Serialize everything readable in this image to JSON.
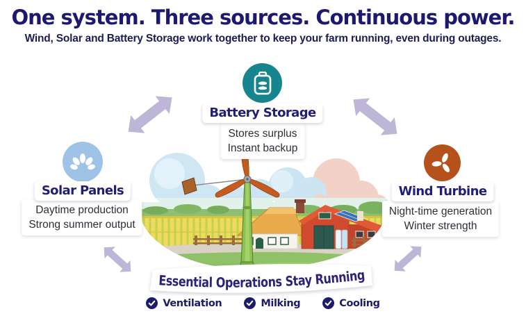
{
  "page": {
    "title": "One system. Three sources. Continuous power.",
    "subtitle": "Wind, Solar and Battery Storage work together to keep your farm running, even during outages."
  },
  "nodes": {
    "battery": {
      "label": "Battery Storage",
      "icon": "battery-icon",
      "circle_color": "#17858f",
      "lines": [
        "Stores surplus",
        "Instant backup"
      ]
    },
    "solar": {
      "label": "Solar Panels",
      "icon": "sunrise-icon",
      "circle_color": "#9fc3e6",
      "lines": [
        "Daytime production",
        "Strong summer output"
      ]
    },
    "wind": {
      "label": "Wind Turbine",
      "icon": "turbine-blades-icon",
      "circle_color": "#b5521c",
      "lines": [
        "Night-time generation",
        "Winter strength"
      ]
    }
  },
  "arrows": {
    "style": "double-headed",
    "color": "#bdb6d6",
    "links": [
      "solar-battery",
      "battery-wind",
      "solar-operations",
      "wind-operations"
    ]
  },
  "banner": {
    "label": "Essential Operations Stay Running"
  },
  "operations": [
    {
      "icon": "check-icon",
      "label": "Ventilation"
    },
    {
      "icon": "check-icon",
      "label": "Milking"
    },
    {
      "icon": "check-icon",
      "label": "Cooling"
    }
  ],
  "illustration": {
    "description": "Farm scene: wind turbine with orange blades, thatched farmhouse, red barn with rooftop solar panels, yellow crop fields, clouds"
  },
  "colors": {
    "headline_navy": "#1c1a70",
    "label_navy": "#221e75",
    "battery_teal": "#17858f",
    "solar_blue": "#9fc3e6",
    "wind_rust": "#b5521c",
    "arrow_lavender": "#bdb6d6",
    "check_navy": "#1d1c6b",
    "body_text": "#2e2e38"
  }
}
